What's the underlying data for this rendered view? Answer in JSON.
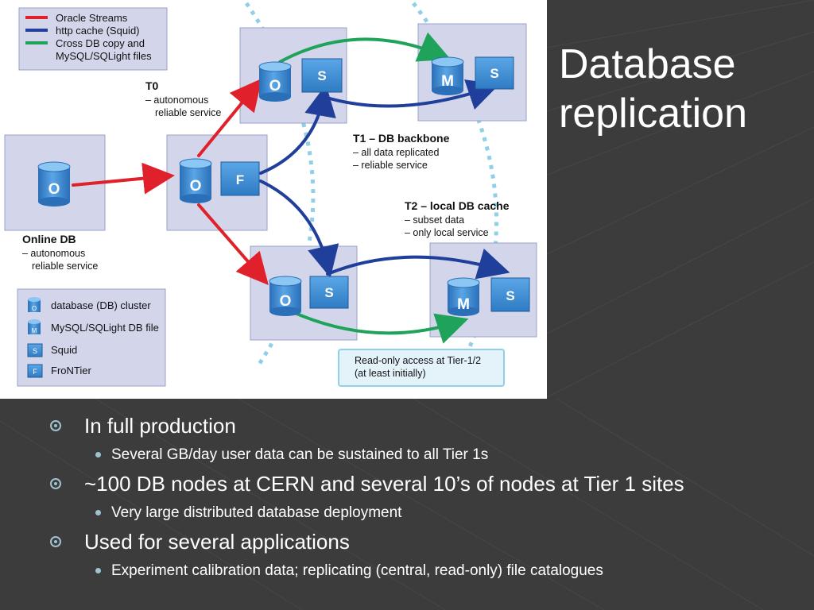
{
  "slide": {
    "title_line1": "Database",
    "title_line2": "replication"
  },
  "bullets": [
    {
      "text": "In full production",
      "sub": "Several GB/day user data can be sustained to all Tier 1s"
    },
    {
      "text": "~100 DB nodes at CERN and several 10’s of nodes at Tier 1 sites",
      "sub": "Very large distributed database deployment"
    },
    {
      "text": "Used for several applications",
      "sub": "Experiment calibration data; replicating (central, read-only) file catalogues"
    }
  ],
  "diagram": {
    "legend_top": {
      "oracle_streams": "Oracle Streams",
      "http_cache": "http cache (Squid)",
      "cross_db_copy_1": "Cross DB copy and",
      "cross_db_copy_2": "MySQL/SQLight files"
    },
    "t0": {
      "title": "T0",
      "line1": "– autonomous",
      "line2": "reliable service"
    },
    "t1": {
      "title": "T1 – DB backbone",
      "line1": "– all data replicated",
      "line2": "– reliable service"
    },
    "t2": {
      "title": "T2 – local DB cache",
      "line1": "– subset data",
      "line2": "– only local service"
    },
    "online_db": {
      "title": "Online DB",
      "line1": "– autonomous",
      "line2": "reliable service"
    },
    "readonly_note": {
      "line1": "Read-only access at Tier-1/2",
      "line2": "(at least initially)"
    },
    "legend_bottom": {
      "db_cluster": "database (DB) cluster",
      "mysql_file": "MySQL/SQLight DB file",
      "squid": "Squid",
      "frontier": "FroNTier"
    },
    "glyphs": {
      "oracle": "O",
      "mysql": "M",
      "squid": "S",
      "frontier": "F"
    },
    "colors": {
      "oracle_streams": "#e0202a",
      "http_cache": "#1f3f9a",
      "cross_db": "#1fa35a",
      "node_fill": "#d3d6eb"
    }
  }
}
